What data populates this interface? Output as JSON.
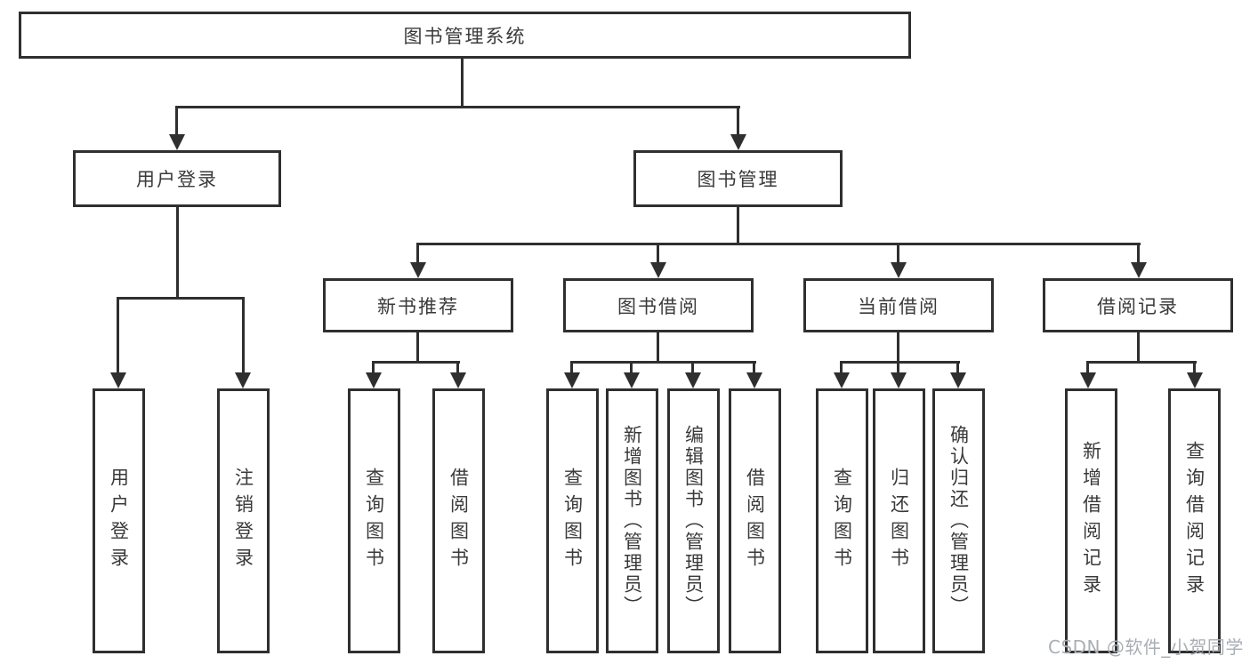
{
  "root": {
    "label": "图书管理系统"
  },
  "branches": [
    {
      "label": "用户登录",
      "children": [
        "用户登录",
        "注销登录"
      ]
    },
    {
      "label": "图书管理",
      "children": [
        {
          "label": "新书推荐",
          "children": [
            "查询图书",
            "借阅图书"
          ]
        },
        {
          "label": "图书借阅",
          "children": [
            "查询图书",
            "新增图书（管理员）",
            "编辑图书（管理员）",
            "借阅图书"
          ]
        },
        {
          "label": "当前借阅",
          "children": [
            "查询图书",
            "归还图书",
            "确认归还（管理员）"
          ]
        },
        {
          "label": "借阅记录",
          "children": [
            "新增借阅记录",
            "查询借阅记录"
          ]
        }
      ]
    }
  ],
  "watermark": "CSDN @软件_小贺同学",
  "colors": {
    "line": "#2f2f2f",
    "text": "#3a3a3a",
    "watermark": "#a9aeb6",
    "background": "#ffffff"
  }
}
